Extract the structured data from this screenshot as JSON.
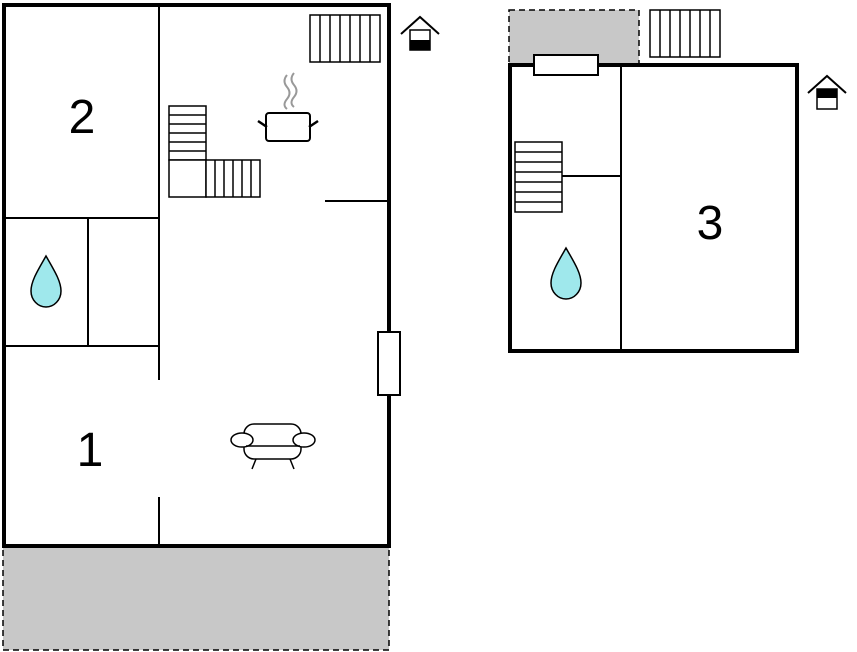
{
  "floors": [
    {
      "name": "ground-floor",
      "rooms": [
        {
          "id": "room-2",
          "label": "2"
        },
        {
          "id": "room-1",
          "label": "1"
        }
      ]
    },
    {
      "name": "upper-floor",
      "rooms": [
        {
          "id": "room-3",
          "label": "3"
        }
      ]
    }
  ],
  "icons": [
    "entrance-icon",
    "stairs-icon",
    "cooking-pot-icon",
    "water-drop-icon",
    "sofa-icon",
    "window-icon",
    "terrace-area"
  ],
  "colors": {
    "wall": "#000000",
    "terrace": "#c8c8c8",
    "water": "#9fe8ec",
    "background": "#ffffff"
  }
}
